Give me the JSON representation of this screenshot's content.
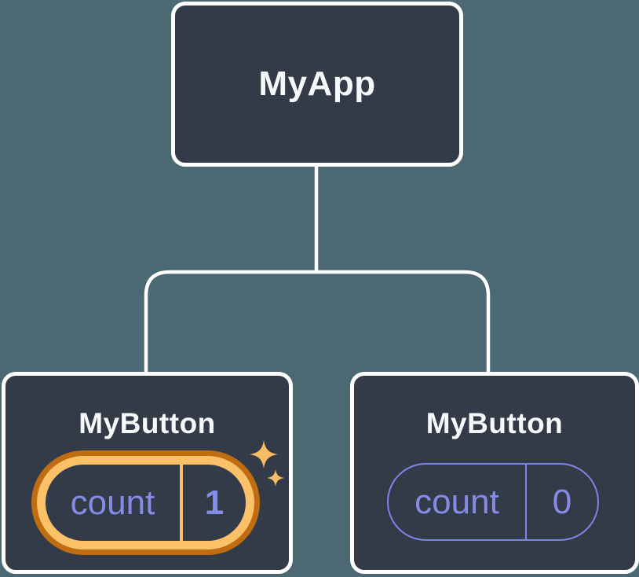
{
  "diagram": {
    "root": {
      "label": "MyApp"
    },
    "children": [
      {
        "label": "MyButton",
        "state": {
          "key": "count",
          "value": "1"
        },
        "highlighted": true
      },
      {
        "label": "MyButton",
        "state": {
          "key": "count",
          "value": "0"
        },
        "highlighted": false
      }
    ]
  },
  "icons": {
    "sparkle_large": "sparkle-icon",
    "sparkle_small": "sparkle-icon"
  },
  "colors": {
    "background": "#4c6872",
    "node_fill": "#343b48",
    "node_border": "#ffffff",
    "node_text": "#f7f8fa",
    "state_text": "#858ce6",
    "pill_outline": "#7d85e8",
    "highlight_ring_inner": "#fbc168",
    "highlight_ring_outer": "#c06c10",
    "sparkle": "#f7bd63",
    "connector": "#ffffff"
  }
}
